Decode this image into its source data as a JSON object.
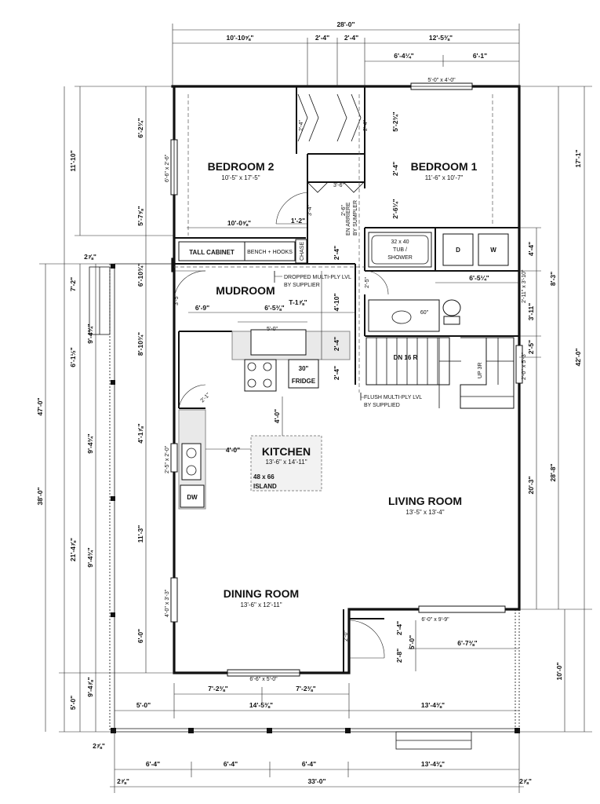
{
  "rooms": {
    "bedroom2": {
      "name": "BEDROOM 2",
      "size": "10'-5\" x 17'-5\""
    },
    "bedroom1": {
      "name": "BEDROOM 1",
      "size": "11'-6\" x 10'-7\""
    },
    "mudroom": {
      "name": "MUDROOM"
    },
    "kitchen": {
      "name": "KITCHEN",
      "size": "13'-6\" x 14'-11\""
    },
    "living": {
      "name": "LIVING ROOM",
      "size": "13'-5\" x 13'-4\""
    },
    "dining": {
      "name": "DINING ROOM",
      "size": "13'-6\" x 12'-11\""
    }
  },
  "fixtures": {
    "tall_cabinet": "TALL CABINET",
    "bench": "BENCH + HOOKS",
    "chase": "CHASE",
    "fridge": "FRIDGE",
    "range": "30\"",
    "dw": "DW",
    "island": "48 x 66",
    "island2": "ISLAND",
    "tub": "32 x 40",
    "tub2": "TUB /",
    "tub3": "SHOWER",
    "dryer": "D",
    "washer": "W",
    "vanity": "60\"",
    "stairs_dn": "DN 16 R",
    "stairs_up": "UP 3R",
    "sumpler": "EN ARRIERE",
    "sumpler2": "BY SUMPLER"
  },
  "notes": {
    "dropped_lvl": "DROPPED MULTI-PLY LVL",
    "by_supplier": "BY SUPPLIER",
    "flush_lvl": "FLUSH MULTI-PLY LVL",
    "by_supplied": "BY SUPPLIED"
  },
  "windows": {
    "w_bed1": "5'-0\" x 4'-0\"",
    "w_bed2": "6'-6\" x 2'-6\"",
    "w_kitchen": "2'-5\" x 2'-0\"",
    "w_dining_side": "4'-0\" x 3'-3\"",
    "w_dining_bottom": "6'-6\" x 5'-0\"",
    "w_living": "6'-0\" x 9'-9\"",
    "w_stair": "2'-0\" x 5'-3\"",
    "w_bath": "2'-11\" x 3'-10\""
  },
  "dims_top": {
    "overall": "28'-0\"",
    "a": "10'-10⅝\"",
    "b": "2'-4\"",
    "c": "2'-4\"",
    "d": "12'-5⅜\"",
    "e": "6'-4¼\"",
    "f": "6'-1\""
  },
  "dims_left": {
    "overall_47": "47'-0\"",
    "overall_38": "38'-0\"",
    "l_11_10": "11'-10\"",
    "l_7_2": "7'-2\"",
    "l_6_1": "6'-1½\"",
    "l_9_4a": "9'-4¾\"",
    "l_9_4b": "9'-4¾\"",
    "l_21_4": "21'-4⅞\"",
    "l_9_4c": "9'-4¾\"",
    "l_9_4d": "9'-4⅞\"",
    "l_5_0": "5'-0\"",
    "l_2_1": "2⅞\"",
    "i_6_2": "6'-2¾\"",
    "i_5_7": "5'-7⅝\"",
    "i_6_10": "6'-10¾\"",
    "i_8_10": "8'-10¾\"",
    "i_4_1": "4'-1⅞\"",
    "i_11_3": "11'-3\"",
    "i_6_0": "6'-0\"",
    "porch_2": "2⅞\""
  },
  "dims_right": {
    "r_17_1": "17'-1\"",
    "r_42_0": "42'-0\"",
    "r_28_8": "28'-8\"",
    "r_20_3": "20'-3\"",
    "r_10_0": "10'-0\"",
    "r_4_4": "4'-4\"",
    "r_8_3": "8'-3\"",
    "r_3_11": "3'-11\"",
    "r_2_5": "2'-5\""
  },
  "dims_inner": {
    "d_10_0": "10'-0⅝\"",
    "d_1_2": "1'-2\"",
    "d_6_9": "6'-9\"",
    "d_6_5": "6'-5⅜\"",
    "d_t1": "T-1⅞\"",
    "d_5_0": "5'-0\"",
    "d_4_0": "4'-0\"",
    "d_4_0b": "4'-0\"",
    "d_4_10": "4'-10\"",
    "d_2_4a": "2'-4\"",
    "d_2_4b": "2'-4\"",
    "d_2_4c": "2'-4\"",
    "d_2_4d": "2'-4\"",
    "d_2_4e": "2'-4\"",
    "d_2_6": "2'-6¼\"",
    "d_5_2": "5'-2¾\"",
    "d_3_6": "3'-6\"",
    "d_3_4": "3'-4\"",
    "d_2_6b": "2'-6\"",
    "d_6_5b": "6'-5¼\"",
    "d_2_0": "2'-0\"",
    "d_2_8": "2'-8\"",
    "d_5_0b": "5'-0\"",
    "d_6_7": "6'-7⅜\"",
    "d_3_5": "3'-5\"",
    "d_2_5": "2'-5\"",
    "d_2_1": "2'-1\"",
    "d_2_4f": "2'-4\""
  },
  "dims_bottom": {
    "b1": "7'-2⅜\"",
    "b2": "7'-2⅜\"",
    "b3": "5'-0\"",
    "b4": "14'-5⅜\"",
    "b5": "13'-4⅜\"",
    "b6": "6'-4\"",
    "b7": "6'-4\"",
    "b8": "6'-4\"",
    "b9": "13'-4⅜\"",
    "overall": "33'-0\"",
    "left_small": "2⅞\"",
    "right_small": "2⅞\""
  }
}
